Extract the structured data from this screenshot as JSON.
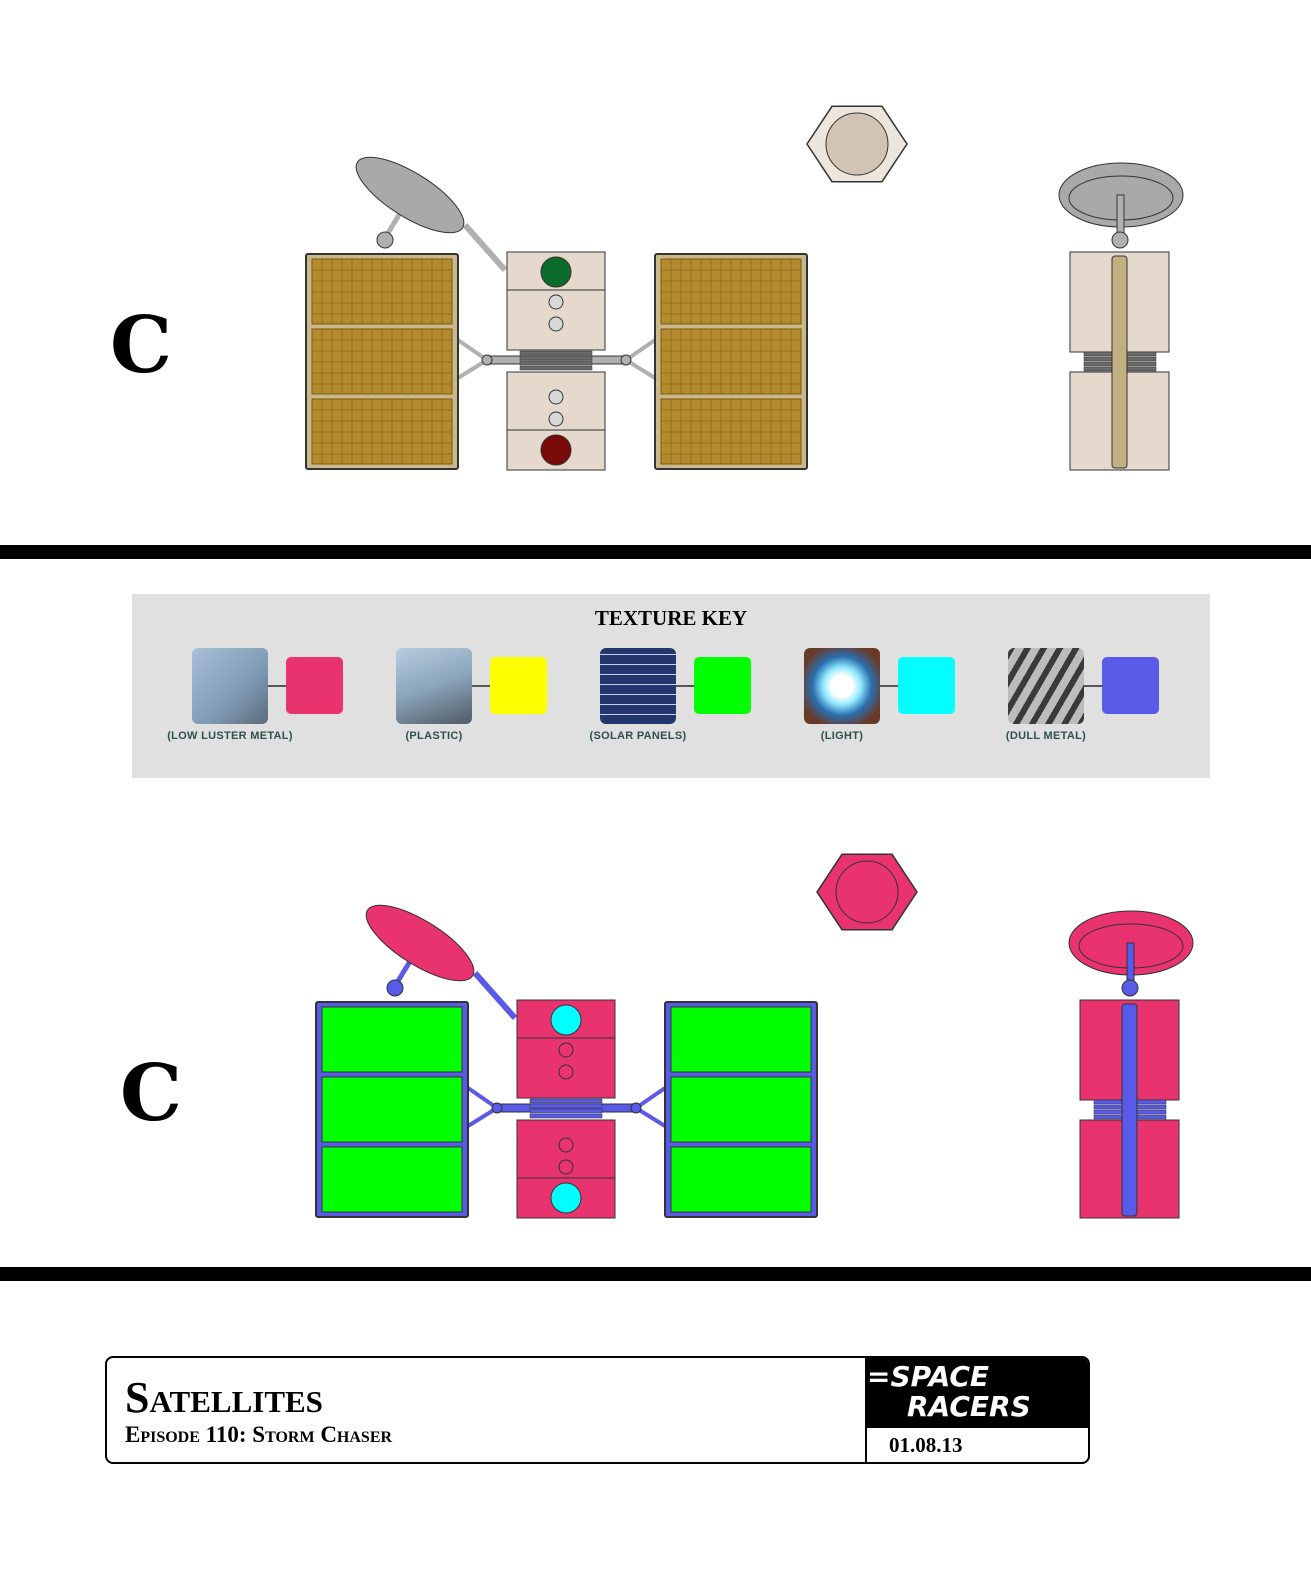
{
  "view_letters": {
    "top": "C",
    "bottom": "C"
  },
  "texture_key": {
    "title": "TEXTURE KEY",
    "items": [
      {
        "label": "(LOW LUSTER METAL)",
        "color": "#e8336f",
        "photo": "car-fender-photo"
      },
      {
        "label": "(PLASTIC)",
        "color": "#ffff00",
        "photo": "plastic-part-photo"
      },
      {
        "label": "(SOLAR PANELS)",
        "color": "#00ff00",
        "photo": "solar-panel-photo"
      },
      {
        "label": "(LIGHT)",
        "color": "#00ffff",
        "photo": "light-photo"
      },
      {
        "label": "(DULL METAL)",
        "color": "#5a5ae8",
        "photo": "turbine-photo"
      }
    ]
  },
  "palettes": {
    "rendered": {
      "panel": "#b48a2e",
      "frame": "#c8b88a",
      "body": "#e4d9cc",
      "bodyDark": "#d6c9b8",
      "dish": "#a9a9a9",
      "arm": "#b0b0b0",
      "hex": "#ede6dc",
      "hexInner": "#d2c4b2",
      "lightTop": "#0b6b2b",
      "lightBottom": "#7a0a0a",
      "pole": "#c0b080",
      "coupling": "#6a6a6a"
    },
    "texture": {
      "panel": "#00ff00",
      "frame": "#5a5ae8",
      "body": "#e8336f",
      "bodyDark": "#e8336f",
      "dish": "#e8336f",
      "arm": "#5a5ae8",
      "hex": "#e8336f",
      "hexInner": "#e8336f",
      "lightTop": "#00ffff",
      "lightBottom": "#00ffff",
      "pole": "#5a5ae8",
      "coupling": "#5a5ae8"
    }
  },
  "title_block": {
    "title": "Satellites",
    "subtitle": "Episode 110: Storm Chaser",
    "logo_line1": "=SPACE",
    "logo_line2": "RACERS",
    "date": "01.08.13"
  }
}
